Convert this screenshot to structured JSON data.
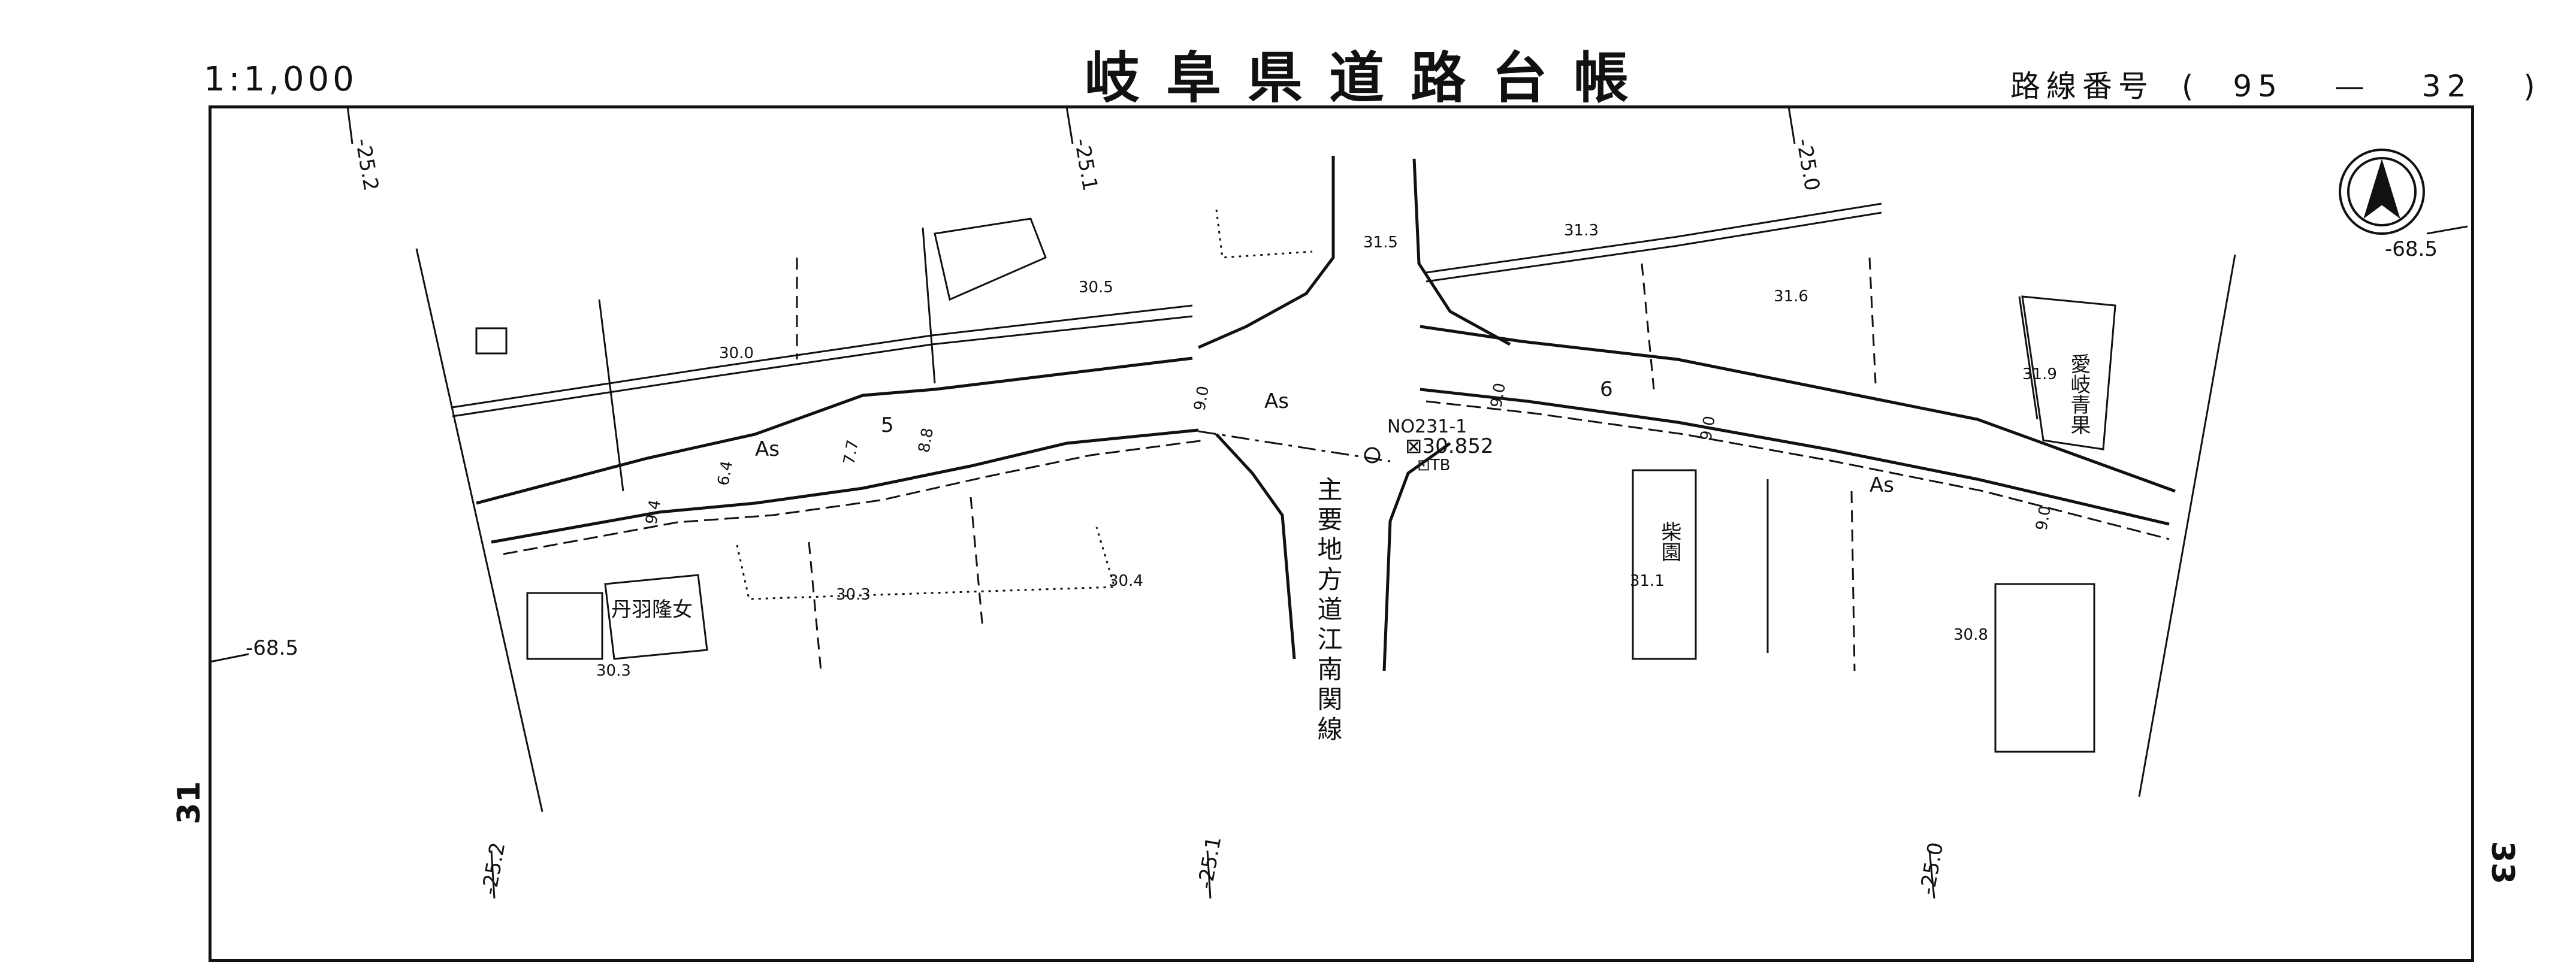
{
  "header": {
    "scale": "1:1,000",
    "title": "岐阜県道路台帳",
    "route_label": "路線番号",
    "route_open": "(",
    "route_major": "95",
    "route_dash": "—",
    "route_minor": "32",
    "route_close": ")"
  },
  "grid": {
    "top_labels": [
      "-25.2",
      "-25.1",
      "-25.0"
    ],
    "bottom_labels": [
      "-25.2",
      "-25.1",
      "-25.0"
    ],
    "left_label": "-68.5",
    "right_label": "-68.5"
  },
  "side": {
    "left_number": "31",
    "right_number": "33"
  },
  "map": {
    "surface_labels": [
      "As",
      "As",
      "As"
    ],
    "road_name": "主要地方道江南関線",
    "benchmark_id": "NO231-1",
    "benchmark_elev": "⊠30.852",
    "benchmark_tb": "⊡TB",
    "station_numbers": [
      "5",
      "6"
    ],
    "elevations": [
      "30.0",
      "30.5",
      "31.5",
      "31.3",
      "31.6",
      "31.9",
      "30.3",
      "30.4",
      "31.1",
      "30.8",
      "30.3"
    ],
    "buildings": [
      "丹羽隆女",
      "柴園",
      "愛岐青果"
    ],
    "width_dims": [
      "7.7",
      "8.8",
      "9.0",
      "9.0",
      "9.0",
      "9.0",
      "6.4",
      "9.4"
    ]
  },
  "colors": {
    "ink": "#111111",
    "paper": "#ffffff"
  },
  "icons": [
    "north-arrow-icon",
    "benchmark-icon",
    "manhole-icon",
    "hydrant-icon"
  ]
}
